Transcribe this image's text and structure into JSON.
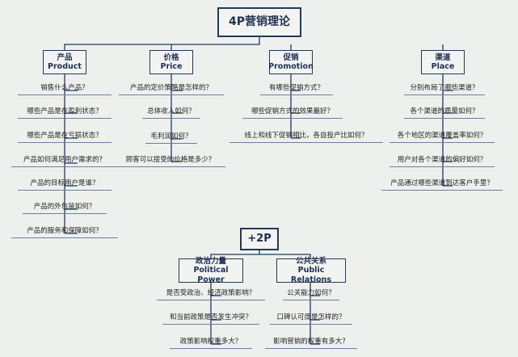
{
  "title": "4P营销理论",
  "categories": [
    {
      "cn": "产品",
      "en": "Product",
      "items": [
        "销售什么产品？",
        "哪些产品是在盈利状态？",
        "哪些产品是在亏损状态？",
        "产品如何满足用户需求的？",
        "产品的目标用户是谁？",
        "产品的外包装如何？",
        "产品的服务和保障如何？"
      ]
    },
    {
      "cn": "价格",
      "en": "Price",
      "items": [
        "产品的定价策略是怎样的？",
        "总体收入如何？",
        "毛利润如何？",
        "顾客可以接受的价格是多少？"
      ]
    },
    {
      "cn": "促销",
      "en": "Promotion",
      "items": [
        "有哪些促销方式？",
        "哪些促销方式的效果最好？",
        "线上和线下促销相比，各自投产比如何？"
      ]
    },
    {
      "cn": "渠道",
      "en": "Place",
      "items": [
        "分别布局了哪些渠道？",
        "各个渠道的质量如何？",
        "各个地区的渠道覆盖率如何？",
        "用户对各个渠道的偏好如何？",
        "产品通过哪些渠道到达客户手里？"
      ]
    }
  ],
  "extra_title": "+2P",
  "extra_categories": [
    {
      "cn": "政治力量",
      "en": "Political Power",
      "items": [
        "是否受政治、经济政策影响？",
        "和当前政策是否发生冲突？",
        "政策影响权重多大？"
      ]
    },
    {
      "cn": "公共关系",
      "en": "Public Relations",
      "items": [
        "公关能力如何？",
        "口碑认可度是怎样的？",
        "影响营销的权重有多大？"
      ]
    }
  ]
}
